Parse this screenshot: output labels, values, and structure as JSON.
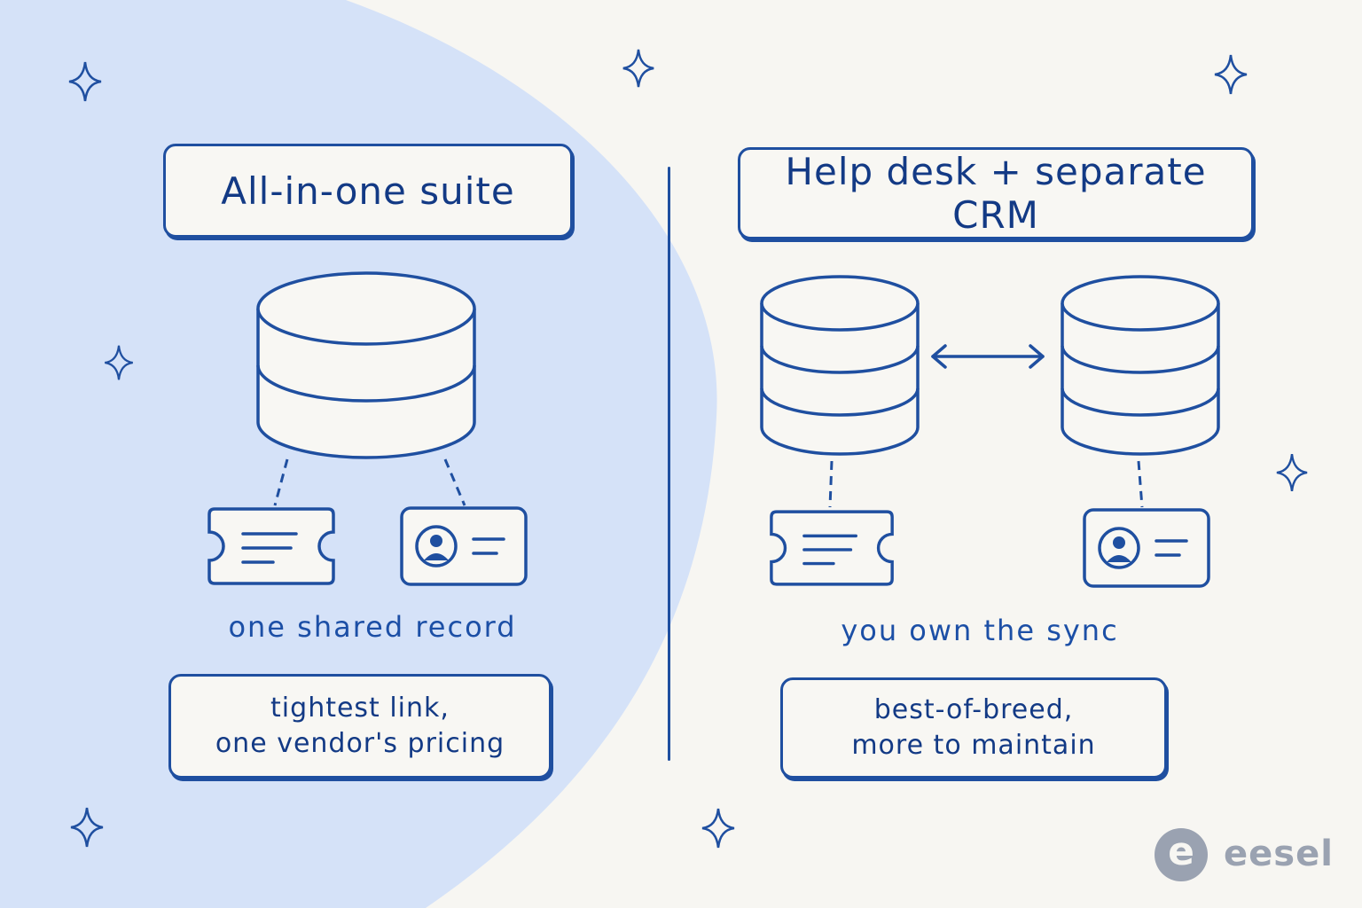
{
  "colors": {
    "ink": "#1f4fa0",
    "blob": "#d5e2f8",
    "background": "#f7f6f2",
    "brand": "#9aa2b1"
  },
  "left": {
    "title": "All-in-one suite",
    "caption": "one shared record",
    "note_line1": "tightest link,",
    "note_line2": "one vendor's pricing",
    "icons": [
      "database-icon",
      "ticket-icon",
      "contact-card-icon"
    ]
  },
  "right": {
    "title": "Help desk + separate CRM",
    "caption": "you own the sync",
    "note_line1": "best-of-breed,",
    "note_line2": "more to maintain",
    "icons": [
      "database-icon",
      "database-icon",
      "two-way-arrow-icon",
      "ticket-icon",
      "contact-card-icon"
    ]
  },
  "brand": {
    "name": "eesel",
    "logo_letter": "e"
  }
}
